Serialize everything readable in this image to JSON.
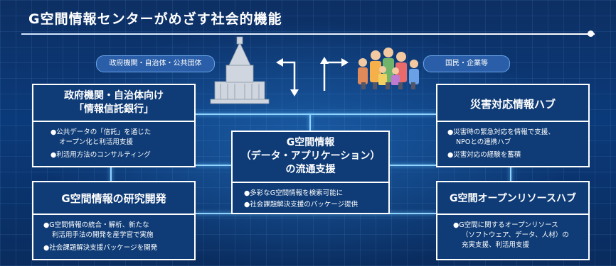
{
  "title": "G空間情報センターがめざす社会的機能",
  "top_labels": {
    "left": "政府機関・自治体・公共団体",
    "right": "国民・企業等"
  },
  "icons": {
    "building": "parliament-building-icon",
    "people": "family-people-icon"
  },
  "boxes": {
    "gov_trust": {
      "title_line1": "政府機関・自治体向け",
      "title_line2": "「情報信託銀行」",
      "bullets": [
        "●公共データの「信託」を通じた",
        "オープン化と利活用支援",
        "●利活用方法のコンサルティング"
      ]
    },
    "research": {
      "title": "G空間情報の研究開発",
      "bullets": [
        "●G空間情報の統合・解析、新たな",
        "利活用手法の開発を産学官で実施",
        "●社会課題解決支援パッケージを開発"
      ]
    },
    "center": {
      "title_line1": "G空間情報",
      "title_line2": "（データ・アプリケーション）",
      "title_line3": "の流通支援",
      "bullets": [
        "●多彩なG空間情報を検索可能に",
        "●社会課題解決支援のパッケージ提供"
      ]
    },
    "disaster": {
      "title": "災害対応情報ハブ",
      "bullets": [
        "●災害時の緊急対応を情報で支援、",
        "NPOとの連携ハブ",
        "●災害対応の経験を蓄積"
      ]
    },
    "open_resource": {
      "title": "G空間オープンリソースハブ",
      "bullets": [
        "●G空間に関するオープンリソース",
        "（ソフトウェア、データ、人材）の",
        "充実支援、利活用支援"
      ]
    }
  },
  "colors": {
    "background": "#0b3a7a",
    "box_fill": "#0f3c77",
    "box_border": "#ffffff",
    "connector": "#8fd3ff",
    "pill": "#2a5ea8"
  }
}
